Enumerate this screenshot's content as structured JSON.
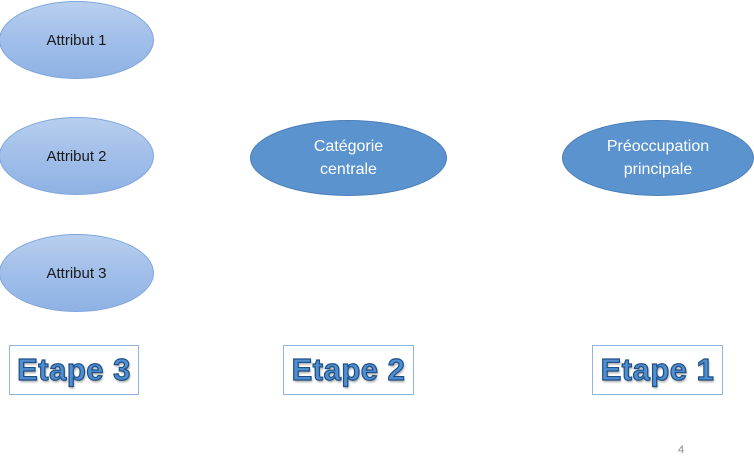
{
  "attributes": [
    {
      "label": "Attribut 1"
    },
    {
      "label": "Attribut 2"
    },
    {
      "label": "Attribut 3"
    }
  ],
  "central_category": {
    "label": "Catégorie\ncentrale"
  },
  "main_concern": {
    "label": "Préoccupation\nprincipale"
  },
  "steps": [
    {
      "label": "Etape 3"
    },
    {
      "label": "Etape 2"
    },
    {
      "label": "Etape 1"
    }
  ],
  "page_number": "4",
  "colors": {
    "attribute_fill": "#a3c0ea",
    "core_fill": "#5b93cf",
    "step_text": "#4f8ed0",
    "step_border": "#8fb5de"
  }
}
